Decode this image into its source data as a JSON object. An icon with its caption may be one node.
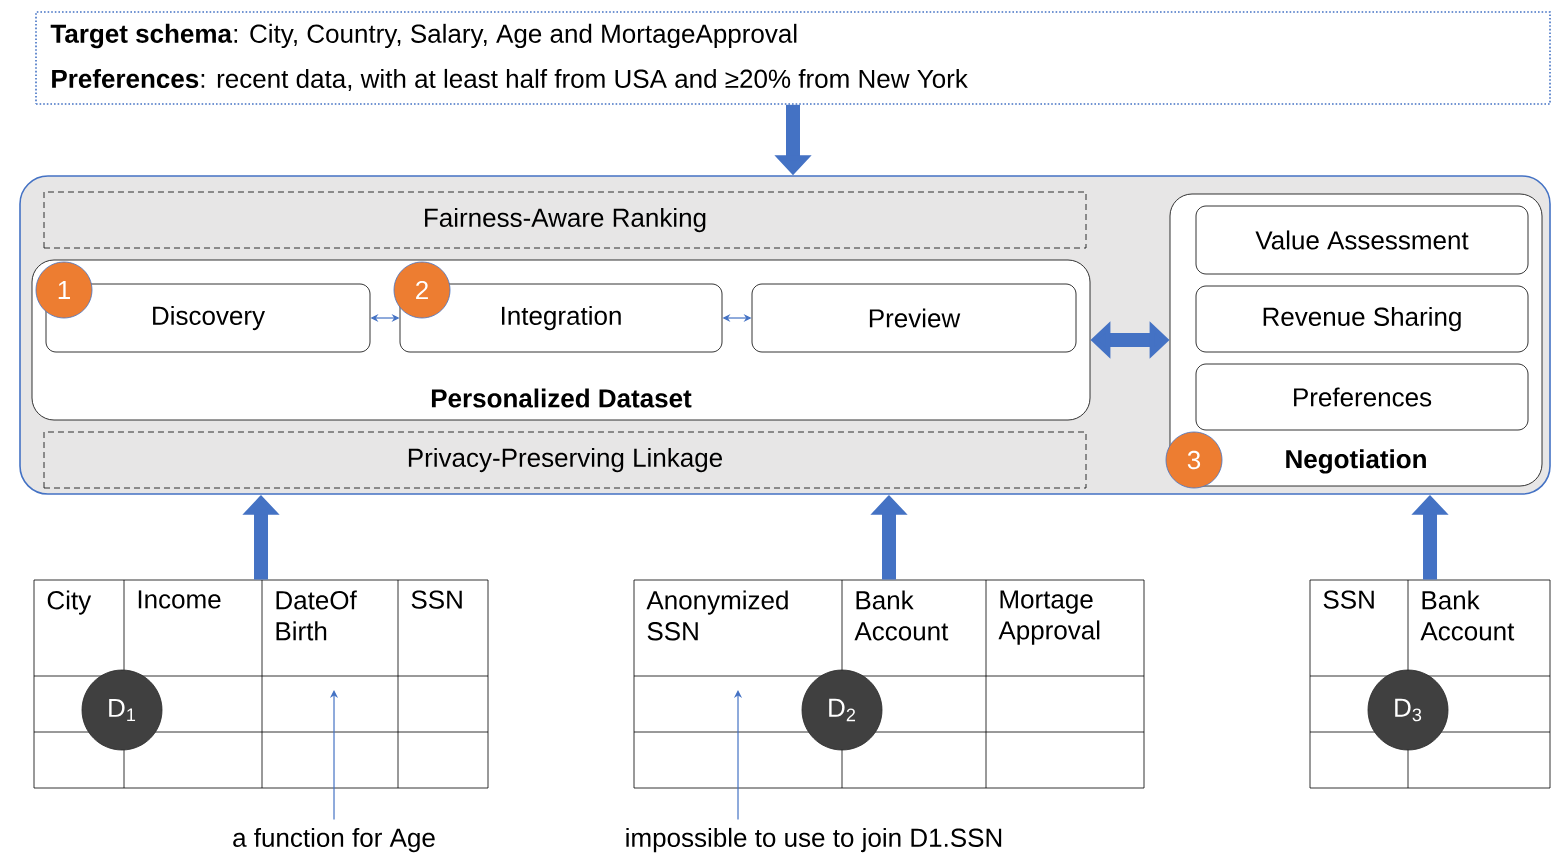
{
  "diagram": {
    "nodes": [
      {
        "text": [
          "**Target schema**: City, Country, Salary, Age and MortageApproval",
          "**Preferences**: recent data, with at least half from USA and ≥20% from New York"
        ]
      },
      {
        "text": [],
        "shape": "box"
      },
      {
        "text": [
          "Fairness-Aware Ranking"
        ],
        "in": 1
      },
      {
        "text": [
          "Personalized Dataset"
        ],
        "in": 1
      },
      {
        "text": [
          "Discovery"
        ],
        "in": 3
      },
      {
        "text": [
          "Integration"
        ],
        "in": 3
      },
      {
        "text": [
          "Preview"
        ],
        "in": 3
      },
      {
        "text": [
          "Privacy-Preserving Linkage"
        ],
        "in": 1
      },
      {
        "text": [
          "Negotiation"
        ],
        "in": 1
      },
      {
        "text": [
          "Value Assessment"
        ],
        "in": 8
      },
      {
        "text": [
          "Revenue Sharing"
        ],
        "in": 8
      },
      {
        "text": [
          "Preferences"
        ],
        "in": 8
      },
      {
        "text": [
          "1"
        ],
        "in": 3
      },
      {
        "text": [
          "2"
        ],
        "in": 3
      },
      {
        "text": [
          "3"
        ],
        "in": 8
      },
      {
        "text": [
          "City",
          "Income",
          "DateOf Birth",
          "SSN"
        ]
      },
      {
        "text": [
          "D$_{1}$"
        ],
        "in": 15
      },
      {
        "text": [
          "Anonymized SSN",
          "Bank Account",
          "Mortage Approval"
        ]
      },
      {
        "text": [
          "D$_{2}$"
        ],
        "in": 17
      },
      {
        "text": [
          "SSN",
          "Bank Account"
        ]
      },
      {
        "text": [
          "D$_{3}$"
        ],
        "in": 19
      },
      {
        "text": [
          "a function for Age"
        ]
      },
      {
        "text": [
          "impossible to use to join D1.SSN"
        ]
      }
    ],
    "edges": [
      {
        "from": 0,
        "to": 1,
        "arrow": "to"
      },
      {
        "from": 4,
        "to": 5,
        "arrow": "both"
      },
      {
        "from": 5,
        "to": 6,
        "arrow": "both"
      },
      {
        "from": 3,
        "to": 8,
        "arrow": "both"
      },
      {
        "from": 15,
        "to": 1,
        "arrow": "to"
      },
      {
        "from": 17,
        "to": 1,
        "arrow": "to"
      },
      {
        "from": 19,
        "to": 1,
        "arrow": "to"
      },
      {
        "from": 21,
        "to": null,
        "arrow": "to"
      },
      {
        "from": 22,
        "to": null,
        "arrow": "to"
      }
    ]
  }
}
